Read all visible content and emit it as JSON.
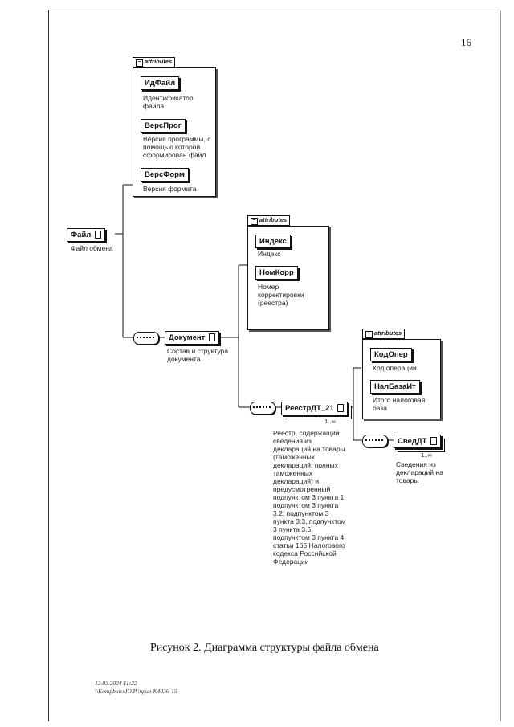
{
  "page_number": "16",
  "attributes_label": "attributes",
  "root": {
    "name": "Файл",
    "desc": "Файл обмена"
  },
  "root_attrs": [
    {
      "name": "ИдФайл",
      "desc": "Идентификатор файла"
    },
    {
      "name": "ВерсПрог",
      "desc": "Версия программы, с помощью которой сформирован файл"
    },
    {
      "name": "ВерсФорм",
      "desc": "Версия формата"
    }
  ],
  "document": {
    "name": "Документ",
    "desc": "Состав и структура документа"
  },
  "document_attrs": [
    {
      "name": "Индекс",
      "desc": "Индекс"
    },
    {
      "name": "НомКорр",
      "desc": "Номер корректировки (реестра)"
    }
  ],
  "registry": {
    "name": "РеестрДТ_21",
    "cardinality": "1..∞",
    "desc": "Реестр, содержащий сведения из деклараций на товары (таможенных деклараций, полных таможенных деклараций) и предусмотренный подпунктом 3 пункта 1, подпунктом 3 пункта 3.2, подпунктом 3 пункта 3.3, подпунктом 3 пункта 3.6, подпунктом 3 пункта 4 статьи 165 Налогового кодекса Российской Федерации"
  },
  "registry_attrs": [
    {
      "name": "КодОпер",
      "desc": "Код операции"
    },
    {
      "name": "НалБазаИт",
      "desc": "Итого налоговая база"
    }
  ],
  "sved": {
    "name": "СведДТ",
    "cardinality": "1..∞",
    "desc": "Сведения из деклараций на товары"
  },
  "caption": "Рисунок 2. Диаграмма структуры файла обмена",
  "footer": {
    "line1": "12.03.2024 11:22",
    "line2": "\\\\Kompburo\\Ю.Р.\\прил-К4036-15"
  }
}
